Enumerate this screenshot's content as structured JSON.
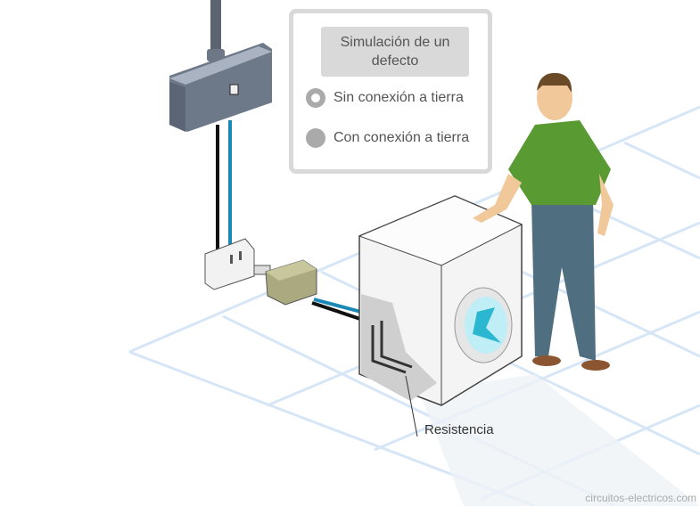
{
  "panel": {
    "title": "Simulación de un defecto",
    "options": [
      {
        "label": "Sin conexión a tierra",
        "selected": true
      },
      {
        "label": "Con conexión a tierra",
        "selected": false
      }
    ]
  },
  "labels": {
    "resistance": "Resistencia"
  },
  "credit": "circuitos-electricos.com",
  "colors": {
    "panel_border": "#d9d9d9",
    "radio": "#aaaaaa",
    "floor_grid": "#d6e6f7",
    "shirt": "#5a9a32",
    "pants": "#4f6f80"
  }
}
